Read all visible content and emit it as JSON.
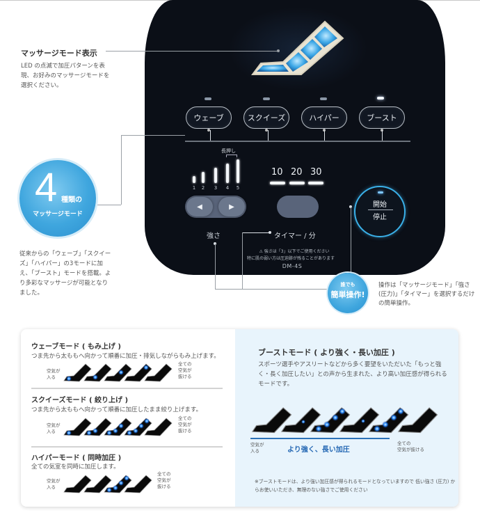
{
  "callouts": {
    "display": {
      "title": "マッサージモード表示",
      "body": "LED の点滅で加圧パターンを表現、お好みのマッサージモードを選択ください。"
    },
    "four_modes": {
      "number": "4",
      "kind": "種類の",
      "sub": "マッサージモード",
      "body": "従来からの「ウェーブ」「スクイーズ」「ハイパー」の3モードに加え、「ブースト」モードを搭載。より多彩なマッサージが可能となりました。"
    },
    "easy": {
      "line1": "誰でも",
      "line2": "簡単操作!",
      "body": "操作は「マッサージモード」「強さ(圧力)」「タイマー」を選択するだけの簡単操作。"
    }
  },
  "device": {
    "mode_buttons": [
      {
        "label": "ウェーブ",
        "led_on": false
      },
      {
        "label": "スクイーズ",
        "led_on": false
      },
      {
        "label": "ハイパー",
        "led_on": false
      },
      {
        "label": "ブースト",
        "led_on": true
      }
    ],
    "strength": {
      "long_press": "長押し",
      "levels": [
        "1",
        "2",
        "3",
        "4",
        "5"
      ],
      "left_arrow": "◀",
      "right_arrow": "▶",
      "label": "強さ"
    },
    "timer": {
      "options": [
        "10",
        "20",
        "30"
      ],
      "label": "タイマー / 分"
    },
    "start_stop": {
      "top": "開始",
      "bottom": "停止"
    },
    "warning_line1": "⚠ 強さは「3」以下でご使用ください",
    "warning_line2": "特に肌の弱い方は圧迫跡が残ることがあります",
    "model": "DM-4S"
  },
  "modes": {
    "wave": {
      "title": "ウェーブモード ( もみ上げ )",
      "desc": "つま先から太ももへ向かって順番に加圧・排気しながらもみ上げます。",
      "air_in": [
        "空気が",
        "入る"
      ],
      "air_out": [
        "全ての",
        "空気が",
        "抜ける"
      ]
    },
    "squeeze": {
      "title": "スクイーズモード ( 絞り上げ )",
      "desc": "つま先から太ももへ向かって順番に加圧したまま絞り上げます。",
      "air_in": [
        "空気が",
        "入る"
      ],
      "air_out": [
        "全ての",
        "空気が",
        "抜ける"
      ]
    },
    "hyper": {
      "title": "ハイパーモード ( 同時加圧 )",
      "desc": "全ての気室を同時に加圧します。",
      "air_in": [
        "空気が",
        "入る"
      ],
      "air_out": [
        "全ての",
        "空気が",
        "抜ける"
      ]
    },
    "boost": {
      "title": "ブーストモード ( より強く・長い加圧 )",
      "desc": "スポーツ選手やアスリートなどから多く要望をいただいた「もっと強く・長く加圧したい」との声から生まれた、より高い加圧感が得られるモードです。",
      "air_in": [
        "空気が",
        "入る"
      ],
      "mid_label": "より強く、長い加圧",
      "air_out": [
        "全ての",
        "空気が抜ける"
      ],
      "note": "※ブーストモードは、より強い加圧感が得られるモードとなっていますので 低い強さ (圧力) からお使いいただき、無理のない強さでご使用ください"
    }
  },
  "colors": {
    "device_bg": "#0b0f17",
    "accent_blue": "#3fa6de",
    "boost_blue": "#2266b3",
    "card_right_bg": "#e8f4fc"
  }
}
